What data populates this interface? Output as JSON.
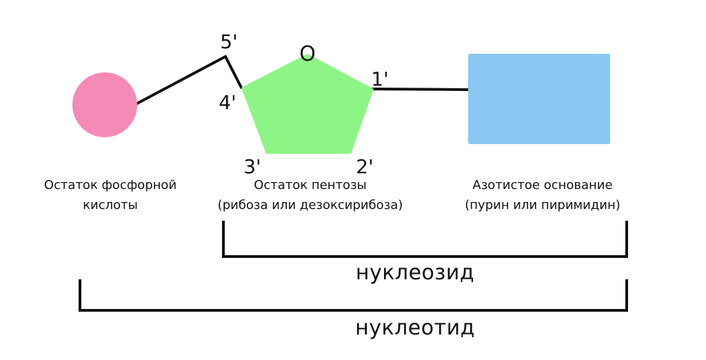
{
  "positions": {
    "p5": "5'",
    "p4": "4'",
    "p3": "3'",
    "p2": "2'",
    "p1": "1'",
    "ring_oxygen": "O"
  },
  "labels": {
    "phosphate": [
      "Остаток фосфорной",
      "кислоты"
    ],
    "pentose": [
      "Остаток пентозы",
      "(рибоза или дезоксирибоза)"
    ],
    "base": [
      "Азотистое основание",
      "(пурин или пиримидин)"
    ]
  },
  "brackets": {
    "nucleoside": "нуклеозид",
    "nucleotide": "нуклеотид"
  },
  "colors": {
    "phosphate": "#f48ab5",
    "pentose": "#8cf585",
    "base": "#8ac8f3",
    "line": "#111111"
  }
}
